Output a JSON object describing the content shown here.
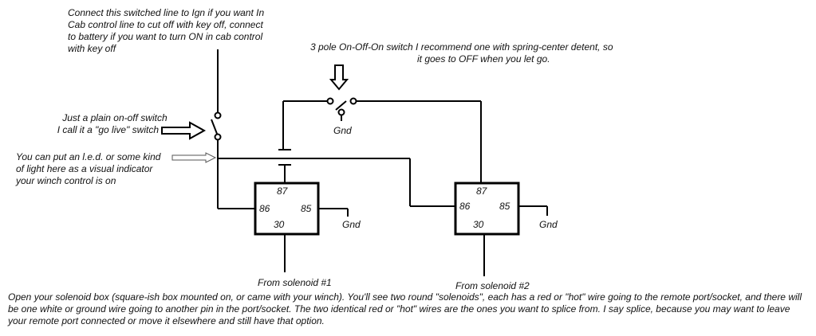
{
  "notes": {
    "ign": [
      "Connect this switched line to Ign if you want In",
      "Cab control line to cut off with key off, connect",
      "to battery if you want to turn ON in cab control",
      "with key off"
    ],
    "pole": [
      "3 pole On-Off-On switch  I recommend one with spring-center detent, so",
      "it goes to OFF when you let go."
    ],
    "golive": [
      "Just a plain on-off switch",
      "I call it a \"go live\" switch"
    ],
    "led": [
      "You can put an l.e.d. or some kind",
      "of light here as a visual indicator",
      "your winch control is on"
    ],
    "bottom": "Open your solenoid box (square-ish box mounted on, or came with your winch). You'll see two round \"solenoids\", each has a red or \"hot\" wire going to the remote port/socket, and there will be one white or ground wire going to another pin in the port/socket. The two identical red or \"hot\" wires are the ones you want to splice from. I say splice, because you may want to leave your remote port connected or move it elsewhere and still have that option."
  },
  "relays": [
    {
      "pin_top": "87",
      "pin_left": "86",
      "pin_right": "85",
      "pin_bottom": "30",
      "gnd": "Gnd",
      "source": "From solenoid #1"
    },
    {
      "pin_top": "87",
      "pin_left": "86",
      "pin_right": "85",
      "pin_bottom": "30",
      "gnd": "Gnd",
      "source": "From solenoid #2"
    }
  ],
  "switch_gnd": "Gnd"
}
